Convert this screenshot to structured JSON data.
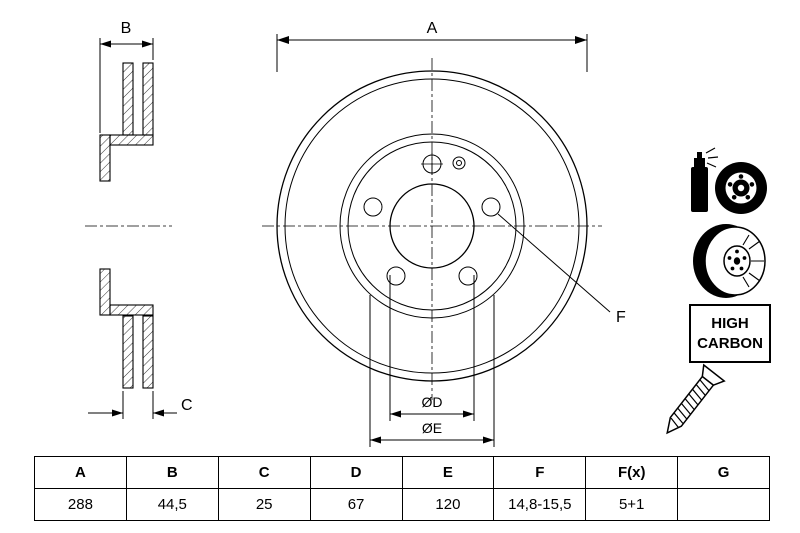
{
  "page": {
    "background": "#ffffff",
    "ink": "#000000"
  },
  "drawing": {
    "labels": {
      "dim_a": "A",
      "dim_b": "B",
      "dim_c": "C",
      "dim_d": "ØD",
      "dim_e": "ØE",
      "dim_f": "F"
    },
    "high_carbon": {
      "line1": "HIGH",
      "line2": "CARBON"
    }
  },
  "table": {
    "headers": [
      "A",
      "B",
      "C",
      "D",
      "E",
      "F",
      "F(x)",
      "G"
    ],
    "values": [
      "288",
      "44,5",
      "25",
      "67",
      "120",
      "14,8-15,5",
      "5+1",
      ""
    ]
  }
}
